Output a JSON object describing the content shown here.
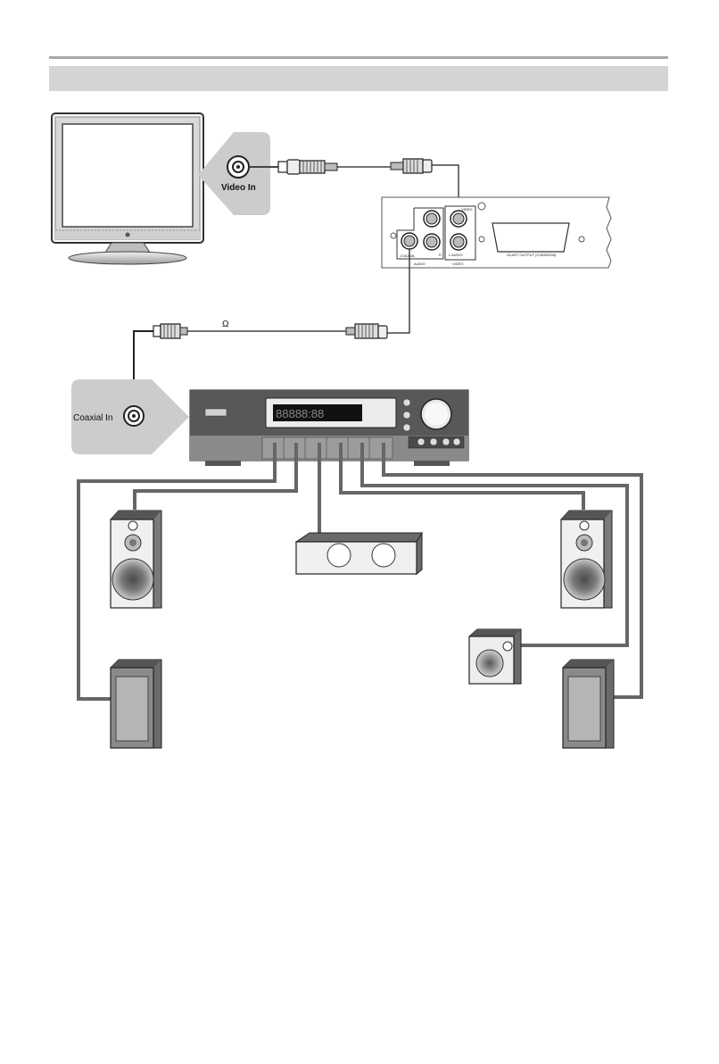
{
  "header": {
    "title": ""
  },
  "labels": {
    "video_in": "Video In",
    "coaxial_in": "Coaxial In",
    "omega": "Ω"
  },
  "panel": {
    "video": "VIDEO",
    "coaxial": "COAXIAL",
    "r": "R",
    "l_audio": "L AUDIO",
    "audio": "AUDIO",
    "video_group": "VIDEO",
    "scart": "SCART OUTPUT (CVBS/RGB)"
  },
  "receiver": {
    "display": "88888:88"
  },
  "colors": {
    "cable": "#555555",
    "title_bar": "#d4d4d4",
    "callout": "#cccccc",
    "speaker_dark": "#6e6e6e"
  },
  "icons": [
    "tv-monitor-icon",
    "rca-plug-icon",
    "dvd-back-panel-icon",
    "av-receiver-icon",
    "front-speaker-icon",
    "center-speaker-icon",
    "rear-speaker-icon",
    "subwoofer-icon"
  ]
}
